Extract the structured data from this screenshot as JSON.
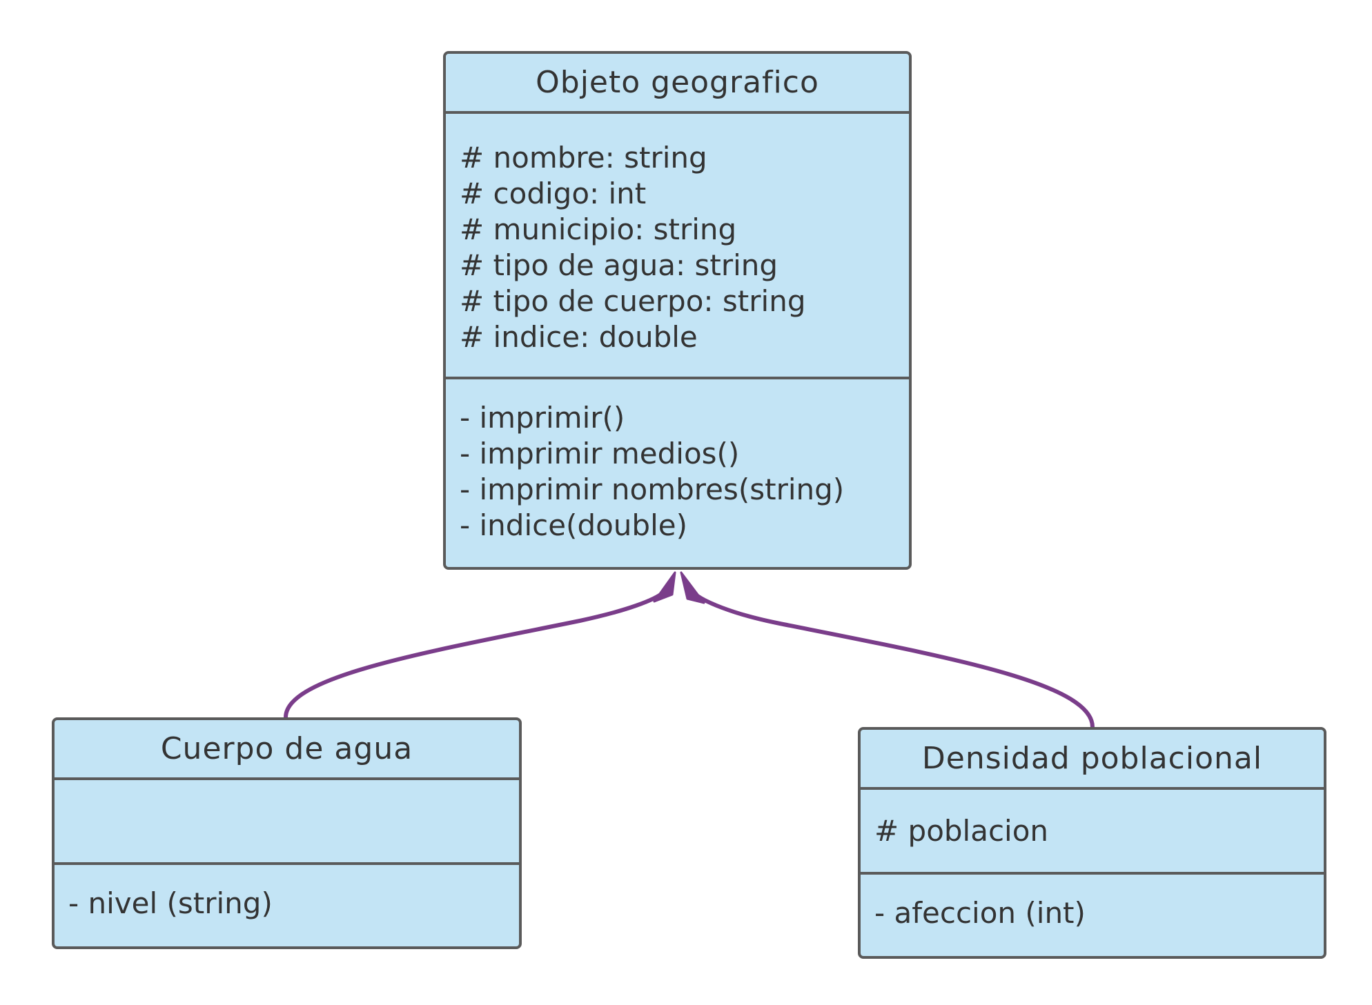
{
  "diagram": {
    "edge_color": "#7a3d8a",
    "box_fill": "#c3e4f5",
    "box_border": "#5a5a5a",
    "classes": [
      {
        "id": "objeto",
        "name": "Objeto geografico",
        "attributes": [
          "# nombre: string",
          "# codigo: int",
          "# municipio: string",
          "# tipo de agua: string",
          "# tipo de cuerpo: string",
          "# indice: double"
        ],
        "methods": [
          "- imprimir()",
          "- imprimir medios()",
          "- imprimir nombres(string)",
          "- indice(double)"
        ]
      },
      {
        "id": "cuerpo",
        "name": "Cuerpo de agua",
        "attributes": [],
        "methods": [
          "- nivel (string)"
        ]
      },
      {
        "id": "densidad",
        "name": "Densidad poblacional",
        "attributes": [
          "# poblacion"
        ],
        "methods": [
          "- afeccion (int)"
        ]
      }
    ],
    "relationships": [
      {
        "type": "inheritance",
        "from": "Cuerpo de agua",
        "to": "Objeto geografico"
      },
      {
        "type": "inheritance",
        "from": "Densidad poblacional",
        "to": "Objeto geografico"
      }
    ]
  }
}
